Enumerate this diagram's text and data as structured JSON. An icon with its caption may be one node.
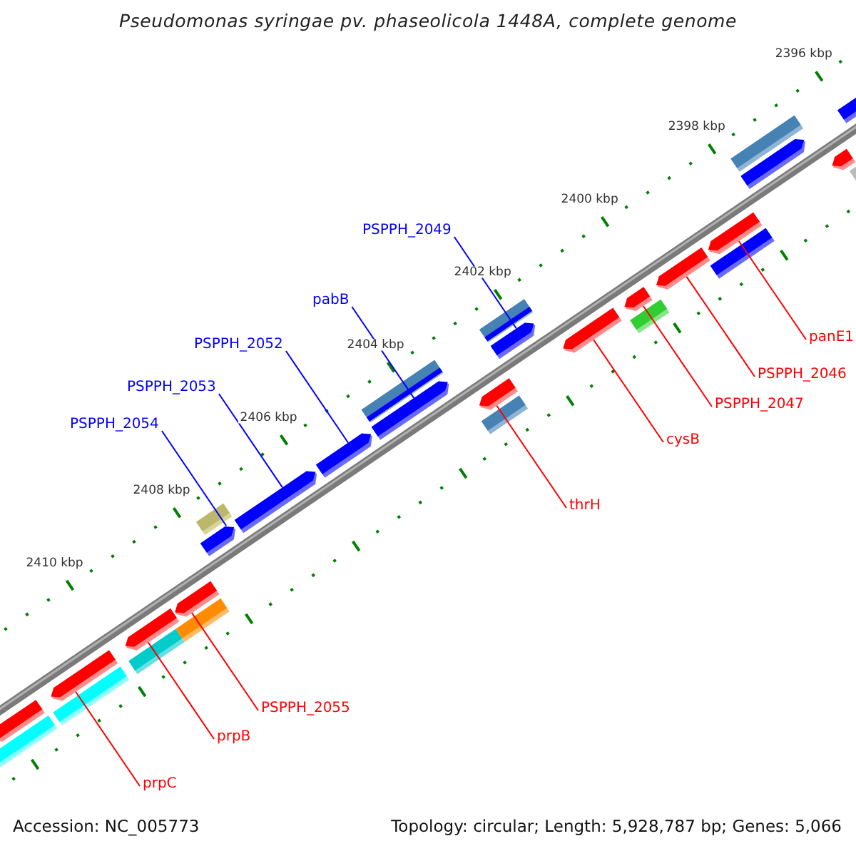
{
  "diagram": {
    "title": "Pseudomonas syringae pv. phaseolicola 1448A, complete genome",
    "nodes": [
      {
        "text": [
          "PSPPH_2049"
        ]
      },
      {
        "text": [
          "pabB"
        ]
      },
      {
        "text": [
          "panE1"
        ]
      },
      {
        "text": [
          "PSPPH_2052"
        ]
      },
      {
        "text": [
          "PSPPH_2046"
        ]
      },
      {
        "text": [
          "PSPPH_2053"
        ]
      },
      {
        "text": [
          "PSPPH_2047"
        ]
      },
      {
        "text": [
          "PSPPH_2054"
        ]
      },
      {
        "text": [
          "cysB"
        ]
      },
      {
        "text": [
          "thrH"
        ]
      },
      {
        "text": [
          "PSPPH_2055"
        ]
      },
      {
        "text": [
          "prpB"
        ]
      },
      {
        "text": [
          "prpC"
        ]
      },
      {
        "text": [],
        "shape": "arrow"
      },
      {
        "text": [],
        "shape": "bar"
      },
      {
        "text": [],
        "shape": "bar"
      },
      {
        "text": [],
        "shape": "arrow"
      },
      {
        "text": [],
        "shape": "bar"
      },
      {
        "text": [],
        "shape": "arrow"
      },
      {
        "text": [],
        "shape": "bar"
      },
      {
        "text": [],
        "shape": "arrow"
      },
      {
        "text": [],
        "shape": "arrow"
      },
      {
        "text": [],
        "shape": "bar"
      },
      {
        "text": [],
        "shape": "arrow"
      },
      {
        "text": [],
        "shape": "arrow"
      },
      {
        "text": [],
        "shape": "arrow"
      },
      {
        "text": [],
        "shape": "bar"
      },
      {
        "text": [],
        "shape": "bar"
      },
      {
        "text": [],
        "shape": "arrow"
      },
      {
        "text": [],
        "shape": "arrow"
      },
      {
        "text": [],
        "shape": "bar"
      },
      {
        "text": [],
        "shape": "arrow"
      },
      {
        "text": [],
        "shape": "bar"
      },
      {
        "text": [],
        "shape": "arrow"
      },
      {
        "text": [],
        "shape": "arrow"
      },
      {
        "text": [],
        "shape": "bar"
      },
      {
        "text": [],
        "shape": "arrow"
      },
      {
        "text": [],
        "shape": "arrow"
      },
      {
        "text": [],
        "shape": "bar"
      },
      {
        "text": [],
        "shape": "arrow"
      },
      {
        "text": [],
        "shape": "bar"
      },
      {
        "text": [],
        "shape": "arrow"
      }
    ],
    "edges": [
      {
        "from": 0,
        "to": 29,
        "arrow": "none",
        "color": "#0000ff"
      },
      {
        "from": 1,
        "to": 25,
        "arrow": "none",
        "color": "#0000ff"
      },
      {
        "from": 2,
        "to": 36,
        "arrow": "none"
      },
      {
        "from": 3,
        "to": 24,
        "arrow": "none",
        "color": "#0000ff"
      },
      {
        "from": 4,
        "to": 34,
        "arrow": "none"
      },
      {
        "from": 5,
        "to": 23,
        "arrow": "none",
        "color": "#0000ff"
      },
      {
        "from": 6,
        "to": 33,
        "arrow": "none"
      },
      {
        "from": 7,
        "to": 21,
        "arrow": "none",
        "color": "#0000ff"
      },
      {
        "from": 8,
        "to": 31,
        "arrow": "none"
      },
      {
        "from": 9,
        "to": 28,
        "arrow": "none"
      },
      {
        "from": 10,
        "to": 20,
        "arrow": "none"
      },
      {
        "from": 11,
        "to": 18,
        "arrow": "none"
      },
      {
        "from": 12,
        "to": 16,
        "arrow": "none"
      }
    ],
    "labels": [
      "2396 kbp",
      "2398 kbp",
      "2400 kbp",
      "2402 kbp",
      "2404 kbp",
      "2406 kbp",
      "2408 kbp",
      "2410 kbp",
      "Accession: NC_005773",
      "Topology: circular; Length: 5,928,787 bp; Genes: 5,066"
    ]
  }
}
